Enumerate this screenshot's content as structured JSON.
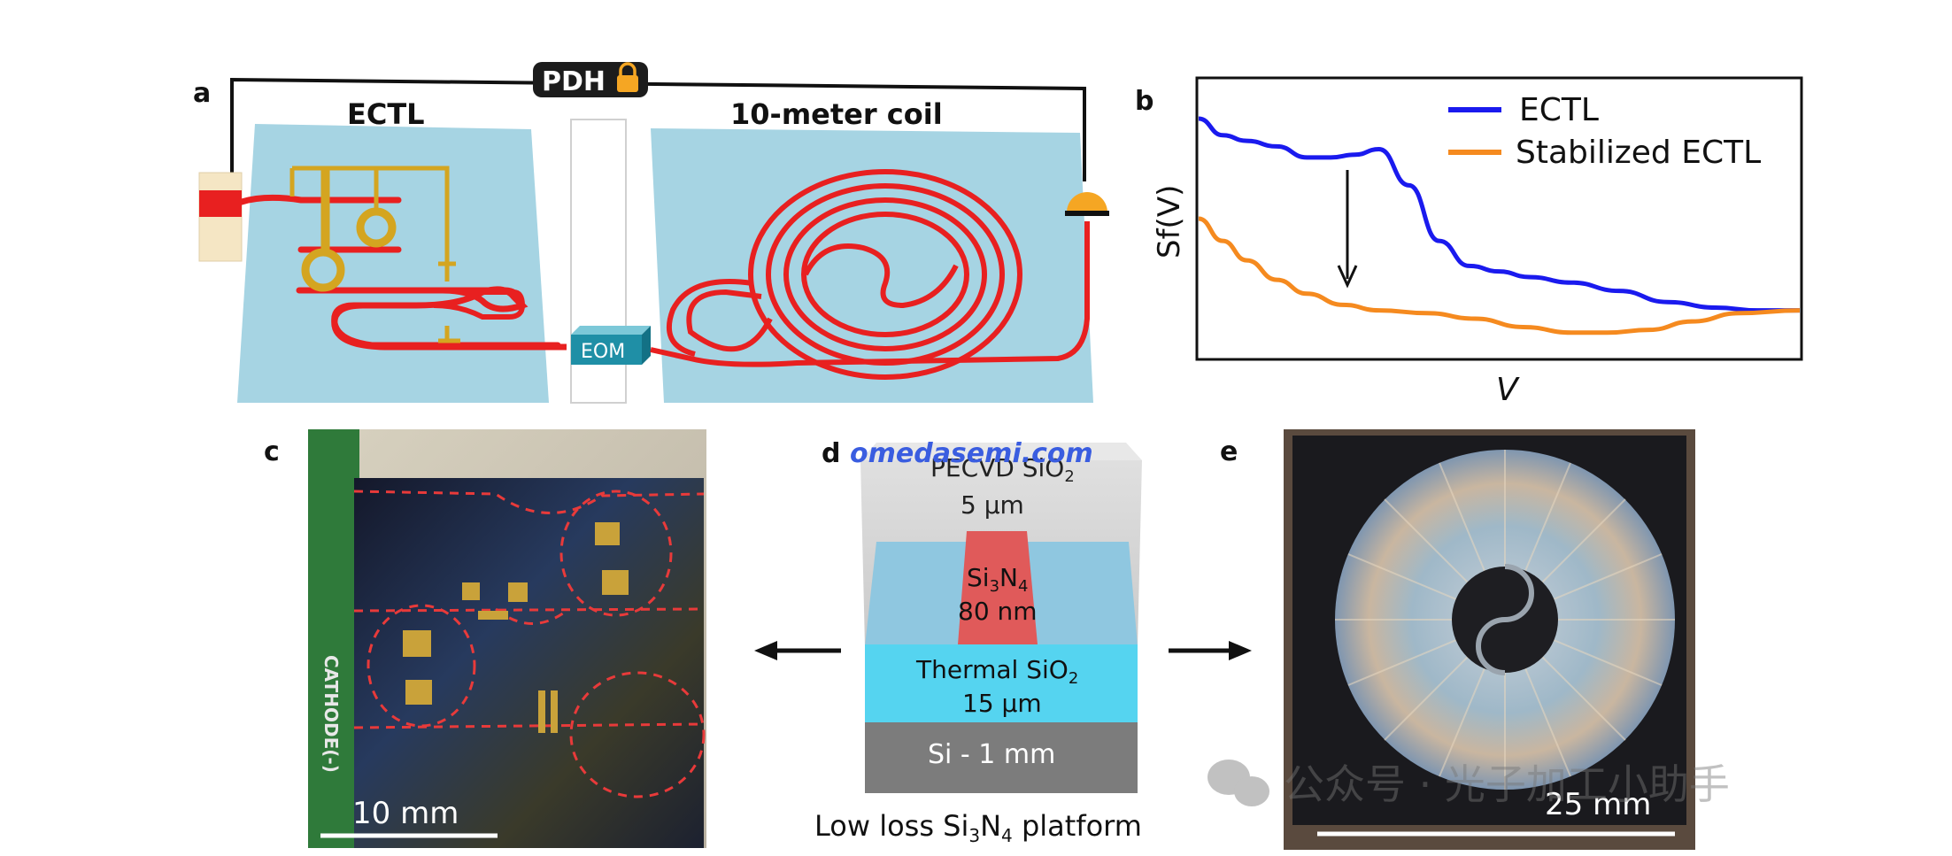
{
  "panel_a": {
    "label": "a",
    "pdh_label": "PDH",
    "ectl_label": "ECTL",
    "coil_label": "10-meter coil",
    "eom_label": "EOM"
  },
  "panel_b": {
    "label": "b",
    "xlabel": "V",
    "ylabel": "Sf(V)",
    "legend_position": "top-right",
    "chart_data": {
      "type": "line",
      "title": "",
      "xlabel": "V",
      "ylabel": "Sf(V)",
      "xlim": [
        0,
        1
      ],
      "ylim": [
        0,
        1
      ],
      "grid": false,
      "legend": "top-right",
      "annotation": "downward arrow from ECTL curve to stabilized curve",
      "series": [
        {
          "name": "ECTL",
          "color": "#1a1aee",
          "x": [
            0,
            0.04,
            0.08,
            0.13,
            0.18,
            0.22,
            0.26,
            0.3,
            0.35,
            0.4,
            0.45,
            0.5,
            0.55,
            0.62,
            0.7,
            0.78,
            0.86,
            0.93,
            1.0
          ],
          "y": [
            0.86,
            0.8,
            0.78,
            0.76,
            0.72,
            0.72,
            0.73,
            0.75,
            0.62,
            0.42,
            0.33,
            0.31,
            0.29,
            0.27,
            0.24,
            0.2,
            0.18,
            0.17,
            0.17
          ]
        },
        {
          "name": "Stabilized ECTL",
          "color": "#f58a1f",
          "x": [
            0,
            0.04,
            0.08,
            0.13,
            0.18,
            0.24,
            0.3,
            0.38,
            0.46,
            0.54,
            0.62,
            0.68,
            0.75,
            0.82,
            0.9,
            1.0
          ],
          "y": [
            0.5,
            0.42,
            0.35,
            0.28,
            0.23,
            0.19,
            0.17,
            0.16,
            0.14,
            0.11,
            0.09,
            0.09,
            0.1,
            0.13,
            0.16,
            0.17
          ]
        }
      ]
    }
  },
  "panel_c": {
    "label": "c",
    "scale_label": "10 mm",
    "side_text": "CATHODE(-)"
  },
  "panel_d": {
    "label": "d",
    "watermark": "omedasemi.com",
    "top_layer": "PECVD SiO",
    "top_layer_sub": "2",
    "top_thickness": "5 µm",
    "core_line1_a": "Si",
    "core_line1_sub1": "3",
    "core_line1_b": "N",
    "core_line1_sub2": "4",
    "core_thickness": "80 nm",
    "thermal_label": "Thermal SiO",
    "thermal_sub": "2",
    "thermal_thickness": "15 µm",
    "substrate": "Si - 1 mm",
    "caption_a": "Low loss Si",
    "caption_sub1": "3",
    "caption_b": "N",
    "caption_sub2": "4",
    "caption_c": " platform"
  },
  "panel_e": {
    "label": "e",
    "scale_label": "25 mm"
  },
  "watermark_cn": "公众号 · 光子加工小助手",
  "colors": {
    "sky": "#a6d4e3",
    "waveguide": "#e82020",
    "gold": "#d4a520",
    "ectl": "#1a1aee",
    "stabilized": "#f58a1f",
    "eom": "#1f8fa6",
    "detector": "#f5a623",
    "red_dash": "#e83a3a",
    "thermal": "#55d4f0",
    "sin": "#e05a5a",
    "watermark_blue": "#3a5de0"
  }
}
